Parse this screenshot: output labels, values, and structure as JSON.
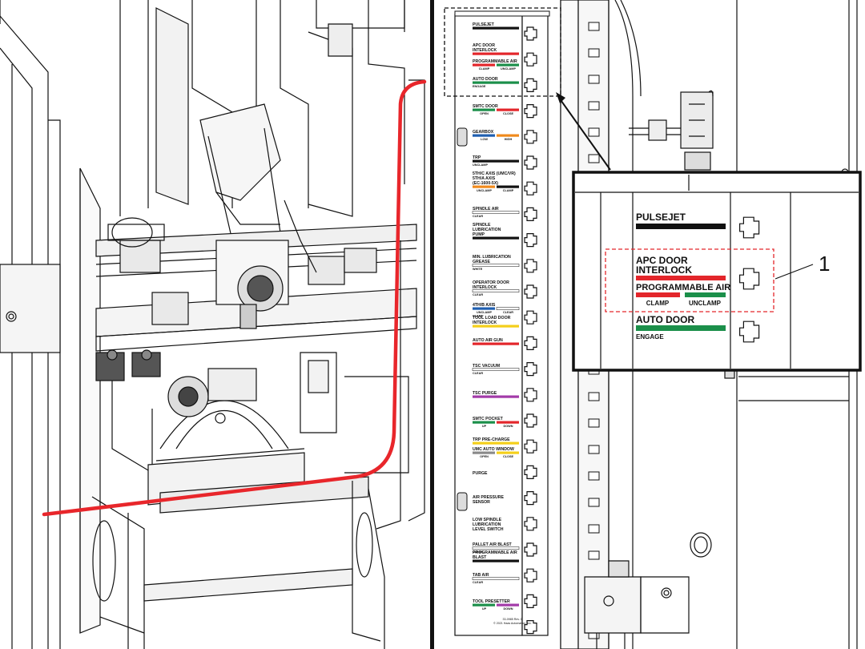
{
  "colors": {
    "red": "#e3262b",
    "green": "#1b8f4a",
    "blue": "#1f5fb0",
    "orange": "#f08a1c",
    "yellow": "#f4cf1a",
    "purple": "#a23aa8",
    "gray": "#8a8a8a",
    "black": "#111111",
    "callout_dash": "#e3262b",
    "air_line": "#e8262b"
  },
  "callout_number": "1",
  "panel_labels": [
    {
      "id": "pulsejet",
      "title": [
        "PULSEJET"
      ],
      "bars": [
        {
          "color": "black"
        }
      ]
    },
    {
      "id": "apc-door",
      "title": [
        "APC DOOR",
        "INTERLOCK"
      ],
      "bars": [
        {
          "color": "red"
        }
      ]
    },
    {
      "id": "prog-air",
      "title": [
        "PROGRAMMABLE AIR"
      ],
      "bars": [
        {
          "color": "red",
          "sub": "CLAMP"
        },
        {
          "color": "green",
          "sub": "UNCLAMP"
        }
      ]
    },
    {
      "id": "auto-door",
      "title": [
        "AUTO DOOR"
      ],
      "bars": [
        {
          "color": "green"
        }
      ],
      "sub": "ENGAGE"
    },
    {
      "id": "smtc-door",
      "title": [
        "SMTC DOOR"
      ],
      "bars": [
        {
          "color": "green",
          "sub": "OPEN"
        },
        {
          "color": "red",
          "sub": "CLOSE"
        }
      ]
    },
    {
      "id": "gearbox",
      "title": [
        "GEARBOX"
      ],
      "bars": [
        {
          "color": "blue",
          "sub": "LOW"
        },
        {
          "color": "orange",
          "sub": "HIGH"
        }
      ]
    },
    {
      "id": "trp",
      "title": [
        "TRP"
      ],
      "bars": [
        {
          "color": "black"
        }
      ],
      "sub": "UNCLAMP"
    },
    {
      "id": "fifth-axis",
      "title": [
        "5TH/C AXIS (UMC/VR)",
        "5TH/A AXIS",
        "(EC-1600-5X)"
      ],
      "bars": [
        {
          "color": "orange",
          "sub": "UNCLAMP"
        },
        {
          "color": "black",
          "sub": "CLAMP"
        }
      ]
    },
    {
      "id": "spindle-air",
      "title": [
        "SPINDLE AIR"
      ],
      "bars": [
        {
          "color": "clear"
        }
      ],
      "sub": "CLEAR"
    },
    {
      "id": "spindle-lube",
      "title": [
        "SPINDLE",
        "LUBRICATION",
        "PUMP"
      ],
      "bars": [
        {
          "color": "black"
        }
      ]
    },
    {
      "id": "min-lube",
      "title": [
        "MIN. LUBRICATION",
        "GREASE"
      ],
      "bars": [
        {
          "color": "clear"
        }
      ],
      "sub": "WHITE"
    },
    {
      "id": "operator-door",
      "title": [
        "OPERATOR DOOR",
        "INTERLOCK"
      ],
      "bars": [
        {
          "color": "clear"
        }
      ],
      "sub": "CLEAR"
    },
    {
      "id": "fourth-axis",
      "title": [
        "4TH/B AXIS"
      ],
      "bars": [
        {
          "color": "blue",
          "sub": "UNCLAMP"
        },
        {
          "color": "clear",
          "sub": "CLEAR"
        }
      ],
      "sub": "CLAMP"
    },
    {
      "id": "tool-load",
      "title": [
        "TOOL LOAD DOOR",
        "INTERLOCK"
      ],
      "bars": [
        {
          "color": "yellow"
        }
      ]
    },
    {
      "id": "auto-air-gun",
      "title": [
        "AUTO AIR GUN"
      ],
      "bars": [
        {
          "color": "red"
        }
      ]
    },
    {
      "id": "tsc-vacuum",
      "title": [
        "TSC VACUUM"
      ],
      "bars": [
        {
          "color": "clear"
        }
      ],
      "sub": "CLEAR"
    },
    {
      "id": "tsc-purge",
      "title": [
        "TSC PURGE"
      ],
      "bars": [
        {
          "color": "purple"
        }
      ]
    },
    {
      "id": "smtc-pocket",
      "title": [
        "SMTC POCKET"
      ],
      "bars": [
        {
          "color": "green",
          "sub": "UP"
        },
        {
          "color": "red",
          "sub": "DOWN"
        }
      ]
    },
    {
      "id": "trp-precharge",
      "title": [
        "TRP PRE-CHARGE"
      ],
      "bars": [
        {
          "color": "yellow"
        }
      ]
    },
    {
      "id": "umc-window",
      "title": [
        "UMC AUTO WINDOW"
      ],
      "bars": [
        {
          "color": "gray",
          "sub": "OPEN"
        },
        {
          "color": "yellow",
          "sub": "CLOSE"
        }
      ]
    },
    {
      "id": "purge",
      "title": [
        "PURGE"
      ],
      "bars": []
    },
    {
      "id": "air-pressure",
      "title": [
        "AIR PRESSURE",
        "SENSOR"
      ],
      "bars": []
    },
    {
      "id": "low-spindle-lube",
      "title": [
        "LOW SPINDLE",
        "LUBRICATION",
        "LEVEL SWITCH"
      ],
      "bars": []
    },
    {
      "id": "pallet-air-blast",
      "title": [
        "PALLET AIR BLAST"
      ],
      "bars": [
        {
          "color": "clear"
        }
      ],
      "sub": "CLEAR"
    },
    {
      "id": "prog-air-blast",
      "title": [
        "PROGRAMMABLE AIR",
        "BLAST"
      ],
      "bars": [
        {
          "color": "black"
        }
      ]
    },
    {
      "id": "tab-air",
      "title": [
        "TAB AIR"
      ],
      "bars": [
        {
          "color": "clear"
        }
      ],
      "sub": "CLEAR"
    },
    {
      "id": "tool-presetter",
      "title": [
        "TOOL PRESETTER"
      ],
      "bars": [
        {
          "color": "green",
          "sub": "UP"
        },
        {
          "color": "purple",
          "sub": "DOWN"
        }
      ]
    }
  ],
  "panel_footer": [
    "33-0985 Rev. D",
    "© 2021 Haas Automation, Inc."
  ],
  "zoom": {
    "pulsejet": "PULSEJET",
    "apc_line1": "APC DOOR",
    "apc_line2": "INTERLOCK",
    "prog_air": "PROGRAMMABLE AIR",
    "clamp": "CLAMP",
    "unclamp": "UNCLAMP",
    "auto_door": "AUTO DOOR",
    "engage": "ENGAGE"
  }
}
